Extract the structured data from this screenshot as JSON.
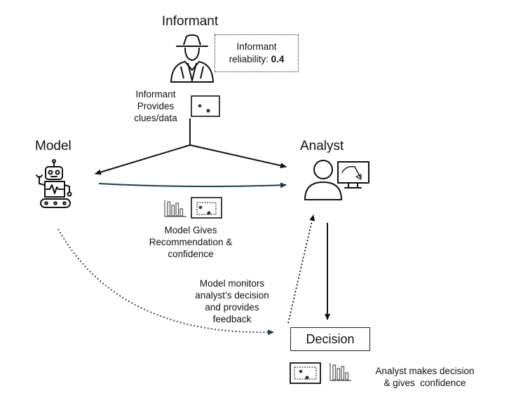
{
  "nodes": {
    "informant": {
      "title": "Informant"
    },
    "model": {
      "title": "Model"
    },
    "analyst": {
      "title": "Analyst"
    },
    "decision": {
      "title": "Decision"
    }
  },
  "reliability": {
    "label": "Informant reliability:",
    "value": "0.4"
  },
  "annotations": {
    "informant_provides": [
      "Informant",
      "Provides",
      "clues/data"
    ],
    "model_gives": [
      "Model Gives",
      "Recommendation &",
      "confidence"
    ],
    "model_monitors": [
      "Model monitors",
      "analyst’s decision",
      "and provides",
      "feedback"
    ],
    "analyst_makes": [
      "Analyst makes decision",
      "& gives  confidence"
    ]
  },
  "icons": {
    "informant": "spy-person-icon",
    "model": "robot-icon",
    "analyst": "person-at-monitor-icon",
    "map": "map-with-dots-icon",
    "confidence": "bar-chart-icon"
  },
  "colors": {
    "ink": "#111111",
    "model_arrow": "#1d3b4b",
    "dot": "#1f3a4a"
  }
}
